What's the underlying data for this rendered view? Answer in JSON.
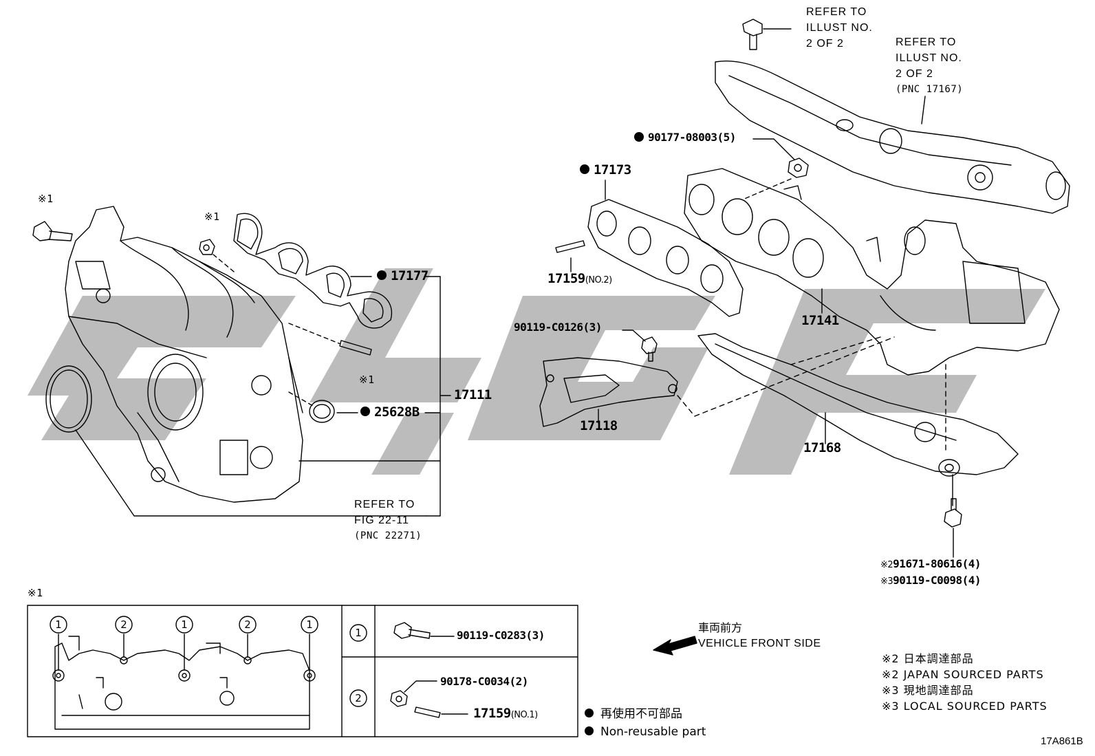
{
  "figure_id": "17A861B",
  "parts": {
    "p17177": "17177",
    "p17111": "17111",
    "p25628B": "25628B",
    "p17173": "17173",
    "p17159_no2": "17159",
    "p17159_no2_suffix": "(NO.2)",
    "p90177": "90177-08003(5)",
    "p90119_c0126": "90119-C0126(3)",
    "p17141": "17141",
    "p17118": "17118",
    "p17168": "17168",
    "p91671": "91671-80616(4)",
    "p91671_prefix": "※2",
    "p90119_c0098": "90119-C0098(4)",
    "p90119_c0098_prefix": "※3"
  },
  "refs": {
    "top_bolt_ref": [
      "REFER TO",
      "ILLUST NO.",
      "2 OF 2"
    ],
    "heat_insulator_ref": [
      "REFER TO",
      "ILLUST NO.",
      "2 OF 2",
      "(PNC 17167)"
    ],
    "fig_ref": [
      "REFER TO",
      "FIG 22-11",
      "(PNC 22271)"
    ]
  },
  "marks": {
    "m1_a": "※1",
    "m1_b": "※1",
    "m1_c": "※1",
    "m1_d": "※1"
  },
  "inset": {
    "circle_1": "1",
    "circle_2": "2",
    "row1_part": "90119-C0283(3)",
    "row2_part_a": "90178-C0034(2)",
    "row2_part_b": "17159",
    "row2_part_b_suffix": "(NO.1)"
  },
  "direction": {
    "jp": "車両前方",
    "en": "VEHICLE FRONT SIDE"
  },
  "legend": {
    "jp": "再使用不可部品",
    "en": "Non-reusable part"
  },
  "sourcing_notes": [
    "※2 日本調達部品",
    "※2 JAPAN SOURCED PARTS",
    "※3 現地調達部品",
    "※3 LOCAL SOURCED PARTS"
  ],
  "colors": {
    "line": "#000000",
    "watermark": "#b5b5b5",
    "background": "#ffffff"
  }
}
